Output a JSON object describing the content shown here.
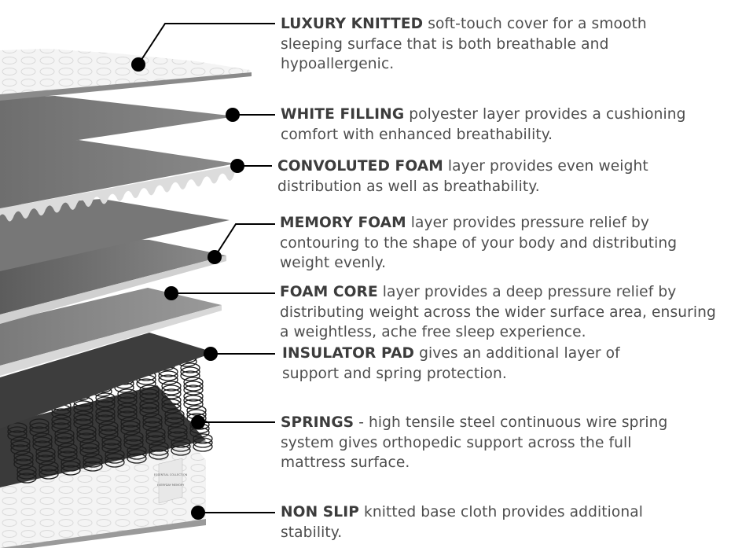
{
  "layers": [
    {
      "name": "LUXURY KNITTED",
      "text": "soft-touch cover for a smooth sleeping surface that is both breathable and hypoallergenic."
    },
    {
      "name": "WHITE FILLING",
      "text": "polyester layer provides a cushioning comfort with enhanced breathability."
    },
    {
      "name": "CONVOLUTED FOAM",
      "text": "layer provides even weight distribution as well as breathability."
    },
    {
      "name": "MEMORY FOAM",
      "text": "layer provides pressure relief by contouring to the shape of your body and distributing weight evenly."
    },
    {
      "name": "FOAM CORE",
      "text": "layer provides a deep pressure relief by distributing weight across the wider surface area, ensuring a weightless, ache free sleep experience."
    },
    {
      "name": "INSULATOR PAD",
      "text": "gives an additional layer of support and spring protection."
    },
    {
      "name": "SPRINGS",
      "text": "- high tensile steel continuous wire spring system gives orthopedic support across the full mattress surface."
    },
    {
      "name": "NON SLIP",
      "text": "knitted base cloth provides additional stability."
    }
  ],
  "mattress_label": {
    "line1": "ESSENTIAL COLLECTION",
    "line2": "EVERYDAY MEMORY"
  },
  "colors": {
    "text": "#4d4d4d",
    "leader": "#000000"
  }
}
